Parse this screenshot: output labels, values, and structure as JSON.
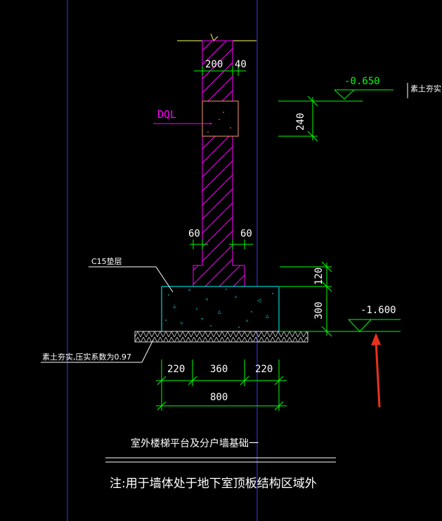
{
  "drawing": {
    "wall_label": "DQL",
    "cushion_label": "C15垫层",
    "soil_note_left": "素土夯实,压实系数为0.97",
    "soil_note_right": "素土夯实,压",
    "title": "室外楼梯平台及分户墙基础一",
    "note": "注:用于墙体处于地下室顶板结构区域外"
  },
  "dimensions": {
    "wall_200": "200",
    "wall_40": "40",
    "ring_beam_240": "240",
    "step_left_60": "60",
    "step_right_60": "60",
    "height_120": "120",
    "height_300": "300",
    "base_left_220": "220",
    "base_mid_360": "360",
    "base_right_220": "220",
    "base_total_800": "800"
  },
  "elevations": {
    "upper": "-0.650",
    "lower": "-1.600"
  },
  "colors": {
    "background": "#000000",
    "wall": "#ff00ff",
    "dimension": "#00ff00",
    "concrete": "#00ffff",
    "text": "#ffffff",
    "guide": "#3a3aff",
    "annotation_arrow": "#e8321e",
    "ring_beam": "#ff9966",
    "top_line": "#ffff66"
  }
}
